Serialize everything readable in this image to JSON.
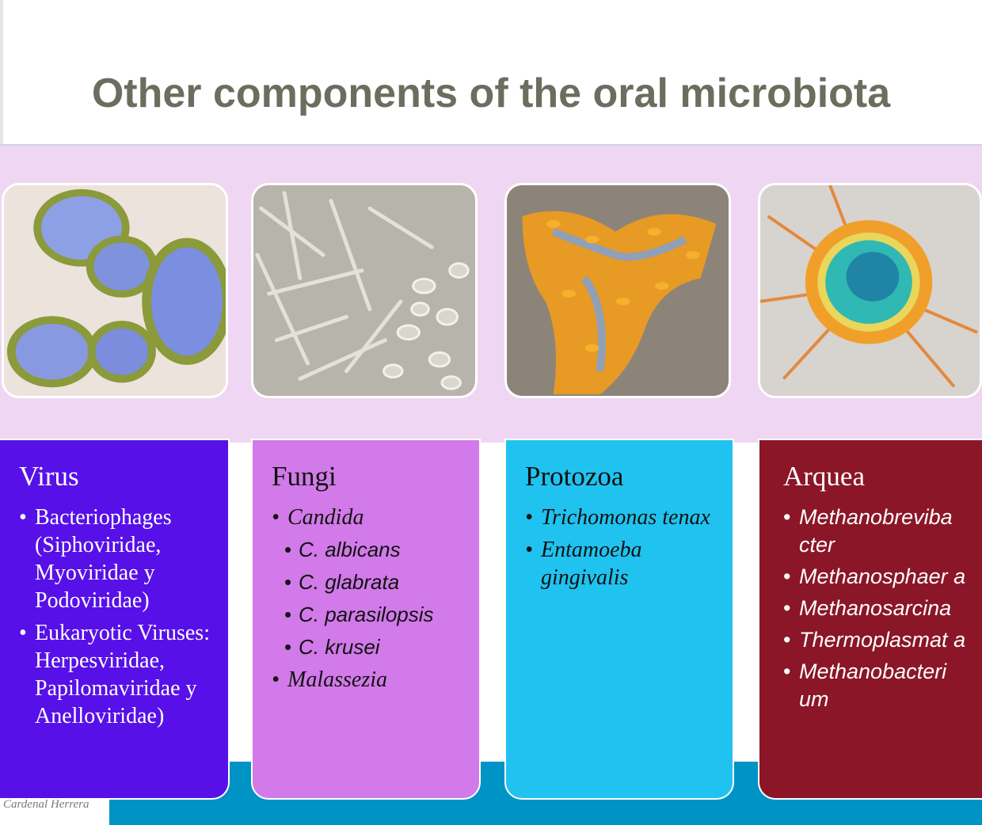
{
  "slide": {
    "title": "Other components of the oral microbiota",
    "credit": "Cardenal Herrera"
  },
  "colors": {
    "title": "#6b6e5e",
    "band": "#efd6f3",
    "bottom_bar": "#0093c5",
    "virus": "#5710e8",
    "fungi": "#d27ae9",
    "protozoa": "#20c3ef",
    "arquea": "#8a1627"
  },
  "cards": {
    "virus": {
      "heading": "Virus",
      "items": [
        "Bacteriophages (Siphoviridae, Myoviridae y Podoviridae)",
        "Eukaryotic Viruses: Herpesviridae, Papilomaviridae y Anelloviridae)"
      ]
    },
    "fungi": {
      "heading": "Fungi",
      "items": [
        "Candida",
        "C. albicans",
        "C. glabrata",
        "C. parasilopsis",
        "C. krusei",
        "Malassezia"
      ]
    },
    "protozoa": {
      "heading": "Protozoa",
      "items": [
        "Trichomonas tenax",
        "Entamoeba gingivalis"
      ]
    },
    "arquea": {
      "heading": "Arquea",
      "items": [
        "Methanobreviba cter",
        "Methanosphaer a",
        "Methanosarcina",
        "Thermoplasmat a",
        "Methanobacteri um"
      ]
    }
  }
}
